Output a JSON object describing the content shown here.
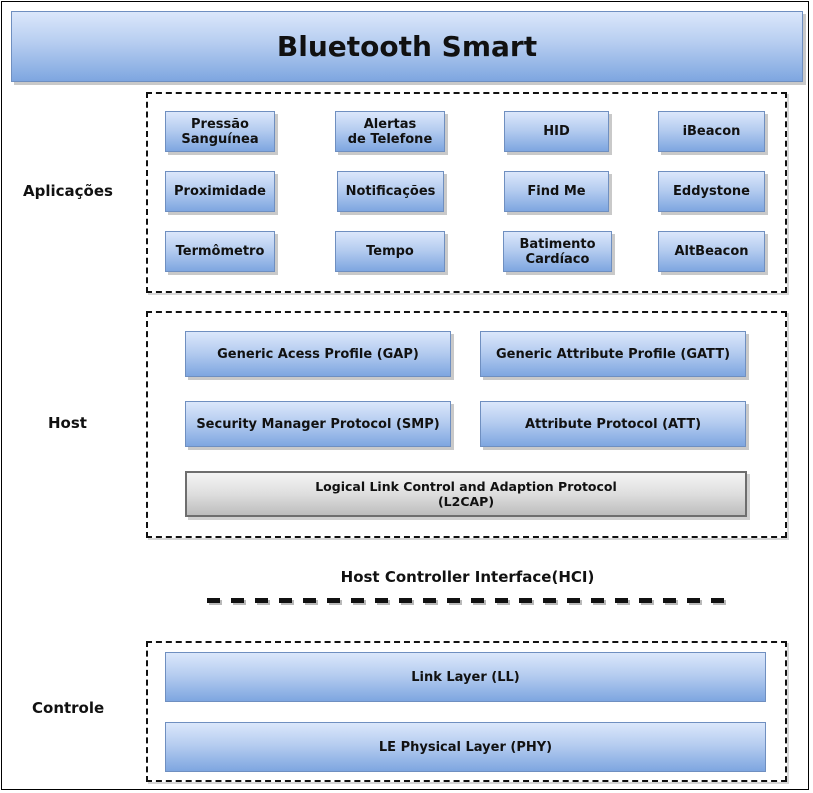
{
  "title": "Bluetooth Smart",
  "sections": {
    "applications": {
      "label": "Aplicações",
      "items": [
        "Pressão\nSanguínea",
        "Alertas\nde Telefone",
        "HID",
        "iBeacon",
        "Proximidade",
        "Notificações",
        "Find Me",
        "Eddystone",
        "Termômetro",
        "Tempo",
        "Batimento\nCardíaco",
        "AltBeacon"
      ]
    },
    "host": {
      "label": "Host",
      "gap": "Generic Acess Profile (GAP)",
      "gatt": "Generic Attribute Profile (GATT)",
      "smp": "Security Manager Protocol (SMP)",
      "att": "Attribute Protocol (ATT)",
      "l2cap_line1": "Logical Link Control and Adaption Protocol",
      "l2cap_line2": "(L2CAP)"
    },
    "hci": {
      "label": "Host Controller Interface(HCI)"
    },
    "controller": {
      "label": "Controle",
      "ll": "Link Layer (LL)",
      "phy": "LE Physical Layer (PHY)"
    }
  },
  "colors": {
    "blue_box_top": "#dbe7fb",
    "blue_box_bottom": "#7ea6e0",
    "blue_box_border": "#6f8fc0",
    "grey_box_border": "#6e6e6e"
  }
}
